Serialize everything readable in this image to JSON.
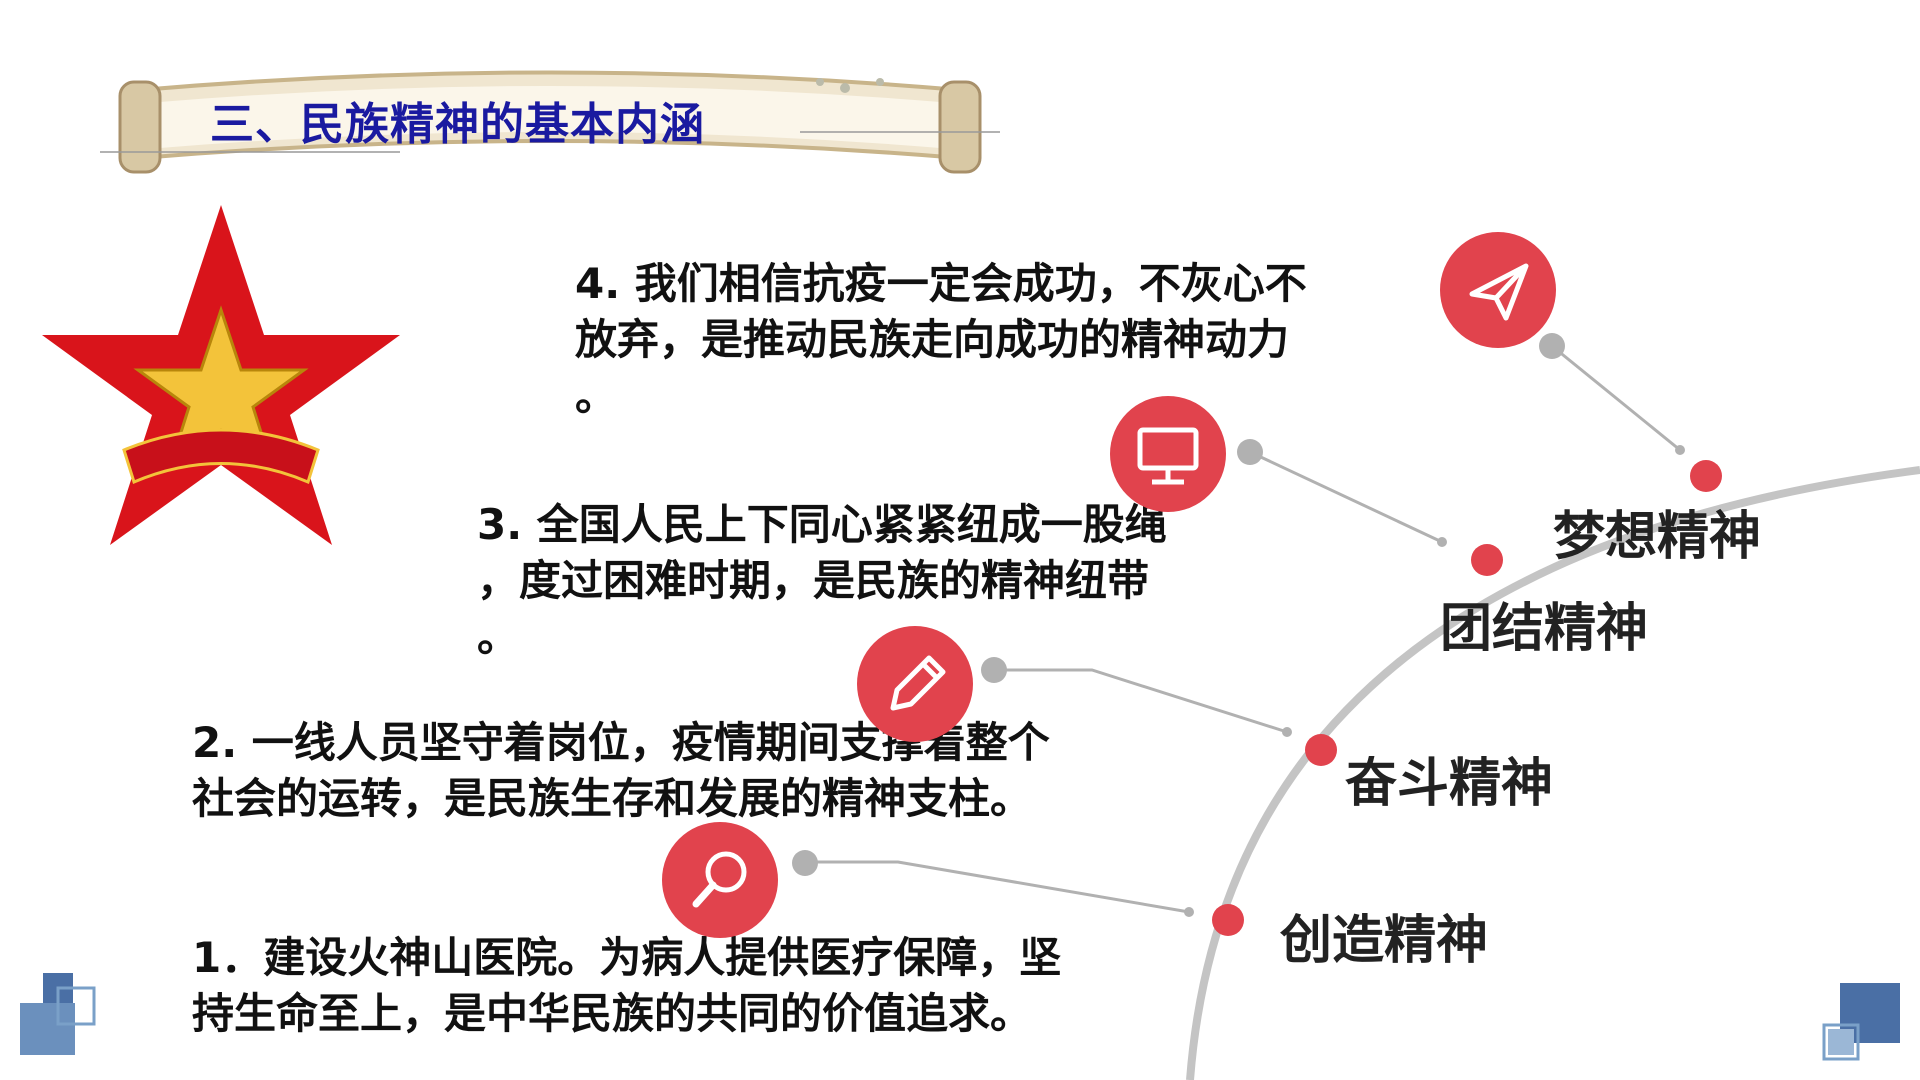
{
  "slide": {
    "title": "三、民族精神的基本内涵",
    "items": [
      {
        "line1": "4. 我们相信抗疫一定会成功，不灰心不",
        "line2": "放弃，是推动民族走向成功的精神动力",
        "line3": "。",
        "label": "梦想精神",
        "icon": "paper-plane-icon"
      },
      {
        "line1": "3. 全国人民上下同心紧紧纽成一股绳",
        "line2": "，度过困难时期，是民族的精神纽带",
        "line3": "。",
        "label": "团结精神",
        "icon": "monitor-icon"
      },
      {
        "line1": "2. 一线人员坚守着岗位，疫情期间支撑着整个",
        "line2": "社会的运转，是民族生存和发展的精神支柱。",
        "label": "奋斗精神",
        "icon": "pencil-icon"
      },
      {
        "line1": "1．建设火神山医院。为病人提供医疗保障，坚",
        "line2": "持生命至上，是中华民族的共同的价值追求。",
        "label": "创造精神",
        "icon": "magnifier-icon"
      }
    ]
  },
  "colors": {
    "accent": "#e1434d",
    "title": "#1a1aa0",
    "scroll": "#e9dcc2"
  }
}
